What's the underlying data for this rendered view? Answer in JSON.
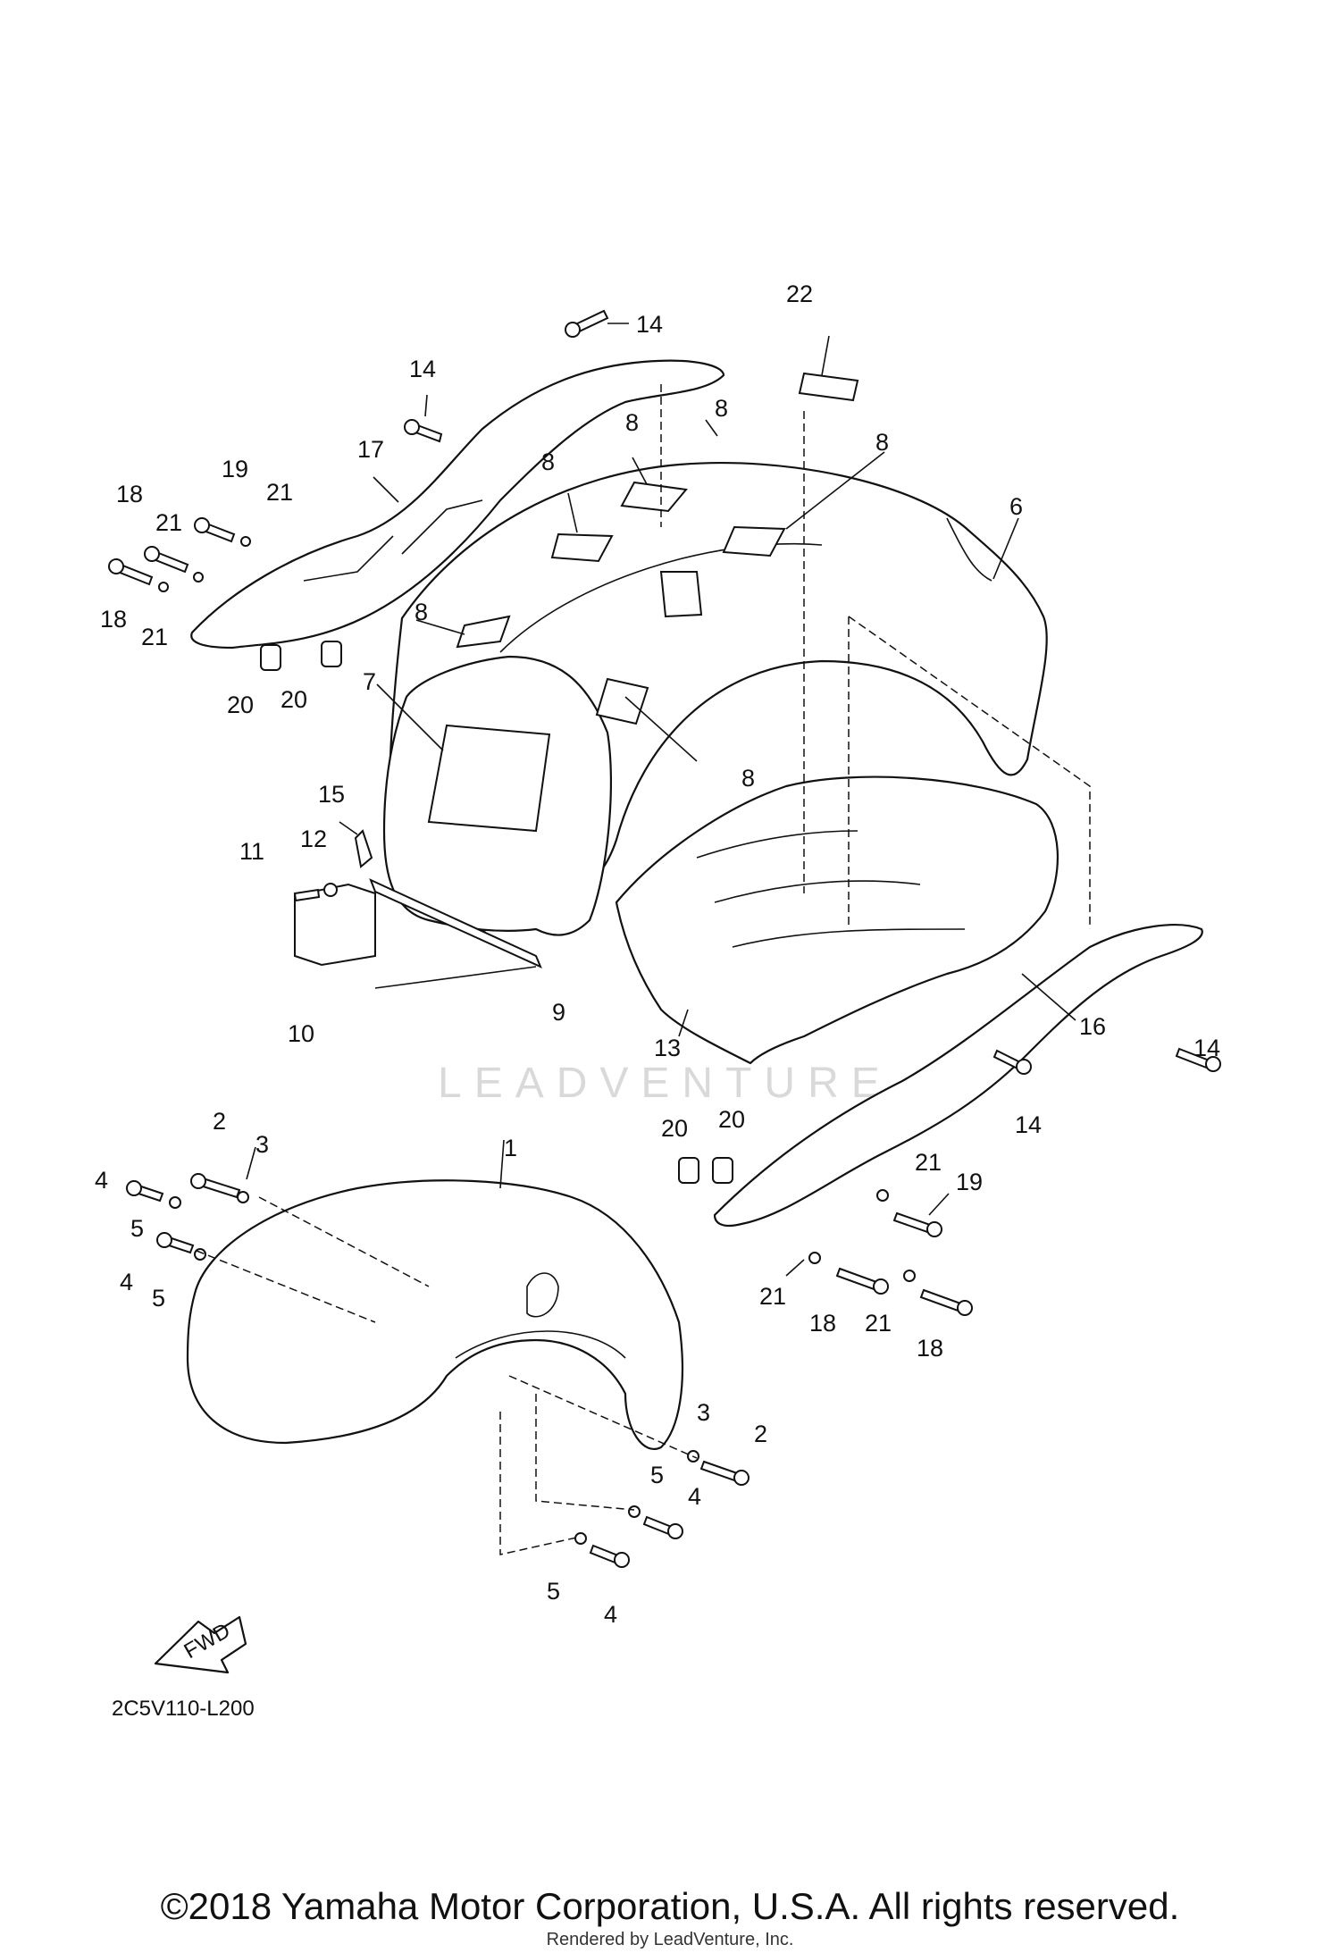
{
  "diagram": {
    "diagram_code": "2C5V110-L200",
    "fwd_label": "FWD",
    "watermark": "LEADVENTURE",
    "copyright": "©2018 Yamaha Motor Corporation, U.S.A. All rights reserved.",
    "rendered_by": "Rendered by LeadVenture, Inc.",
    "callouts": [
      "14",
      "22",
      "14",
      "8",
      "8",
      "8",
      "17",
      "19",
      "21",
      "18",
      "6",
      "21",
      "18",
      "21",
      "8",
      "8",
      "20",
      "20",
      "7",
      "8",
      "15",
      "11",
      "12",
      "10",
      "9",
      "13",
      "16",
      "14",
      "14",
      "2",
      "3",
      "20",
      "20",
      "1",
      "4",
      "5",
      "4",
      "5",
      "21",
      "19",
      "21",
      "18",
      "21",
      "18",
      "3",
      "2",
      "5",
      "4",
      "5",
      "4"
    ]
  }
}
